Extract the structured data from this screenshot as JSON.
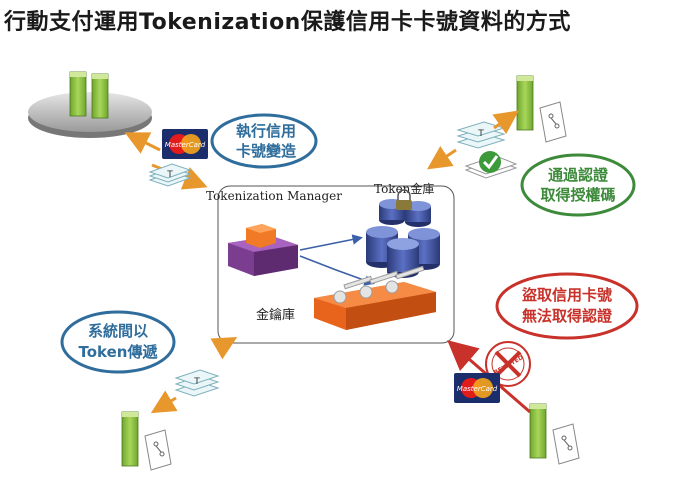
{
  "title": "行動支付運用Tokenization保護信用卡卡號資料的方式",
  "labels": {
    "manager": "Tokenization Manager",
    "vault": "Token金庫",
    "keystore": "金鑰庫"
  },
  "bubbles": {
    "forge": {
      "line1": "執行信用",
      "line2": "卡號變造"
    },
    "auth": {
      "line1": "通過認證",
      "line2": "取得授權碼"
    },
    "transfer": {
      "line1": "系統間以",
      "line2": "Token傳遞"
    },
    "steal": {
      "line1": "盜取信用卡號",
      "line2": "無法取得認證"
    }
  },
  "tokens": {
    "letter": "T"
  },
  "card": {
    "brand": "MasterCard"
  },
  "stamp": {
    "text": "REJECTED"
  },
  "colors": {
    "arrow_orange": "#e8972c",
    "bubble_blue": "#2f6d9c",
    "bubble_green": "#3c8a3a",
    "bubble_red": "#c8322a",
    "server_green": "#8cc43f",
    "arrow_red": "#c8322a"
  }
}
